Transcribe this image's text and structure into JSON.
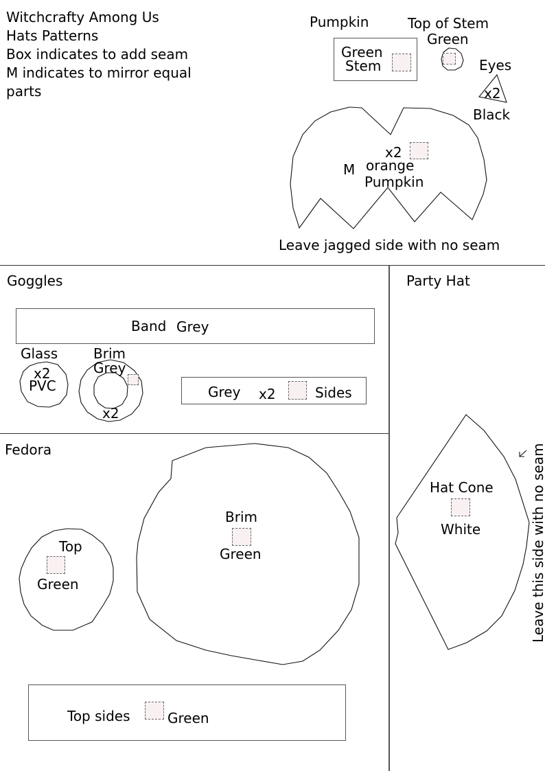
{
  "intro": {
    "lines": [
      "Witchcrafty Among Us",
      "Hats Patterns",
      "Box indicates to add seam",
      "M indicates to mirror equal",
      "parts"
    ]
  },
  "pumpkin": {
    "title": "Pumpkin",
    "stem_color": "Green",
    "stem_label": "Stem",
    "top_of_stem_label": "Top of Stem",
    "top_of_stem_color": "Green",
    "eyes_label": "Eyes",
    "eyes_count": "x2",
    "eyes_color": "Black",
    "body_count": "x2",
    "mirror_mark": "M",
    "body_color": "orange",
    "body_label": "Pumpkin",
    "note": "Leave jagged side with no seam"
  },
  "goggles": {
    "title": "Goggles",
    "band_label": "Band",
    "band_color": "Grey",
    "glass_label": "Glass",
    "glass_count": "x2",
    "glass_material": "PVC",
    "brim_label": "Brim",
    "brim_color": "Grey",
    "brim_count": "x2",
    "sides_color": "Grey",
    "sides_count": "x2",
    "sides_label": "Sides"
  },
  "party_hat": {
    "title": "Party Hat",
    "cone_label": "Hat Cone",
    "cone_color": "White",
    "note": "Leave this side with no seam",
    "arrow": "↙"
  },
  "fedora": {
    "title": "Fedora",
    "top_label": "Top",
    "top_color": "Green",
    "brim_label": "Brim",
    "brim_color": "Green",
    "sides_label": "Top sides",
    "sides_color": "Green"
  },
  "colors": {
    "seam_fill": "#f9f1f1",
    "seam_border": "#666666",
    "outline": "#111111"
  }
}
